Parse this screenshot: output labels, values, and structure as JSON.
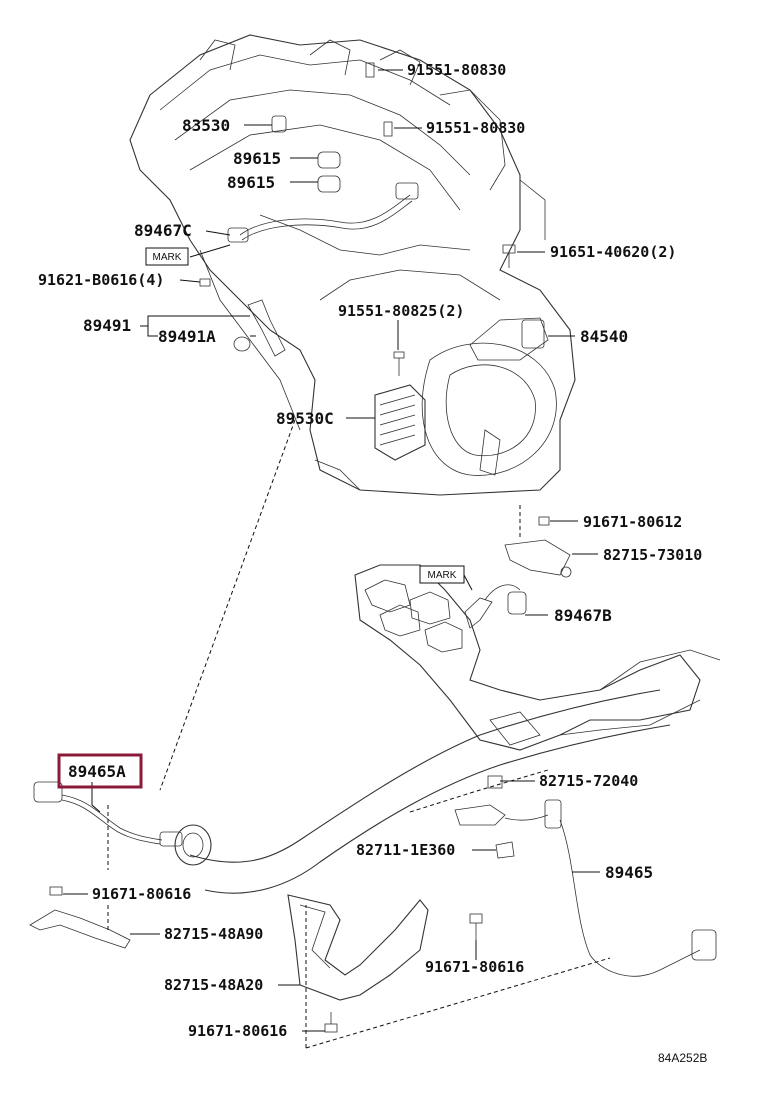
{
  "diagram": {
    "code": "84A252B",
    "highlighted_part": "89465A",
    "mark_label": "MARK",
    "parts": {
      "p_91551_80830_a": "91551-80830",
      "p_91551_80830_b": "91551-80830",
      "p_83530": "83530",
      "p_89615_a": "89615",
      "p_89615_b": "89615",
      "p_89467C": "89467C",
      "p_91651_40620": "91651-40620(2)",
      "p_91621_B0616": "91621-B0616(4)",
      "p_91551_80825": "91551-80825(2)",
      "p_89491": "89491",
      "p_89491A": "89491A",
      "p_84540": "84540",
      "p_89530C": "89530C",
      "p_91671_80612": "91671-80612",
      "p_82715_73010": "82715-73010",
      "p_89467B": "89467B",
      "p_89465A": "89465A",
      "p_82715_72040": "82715-72040",
      "p_82711_1E360": "82711-1E360",
      "p_89465": "89465",
      "p_91671_80616_a": "91671-80616",
      "p_82715_48A90": "82715-48A90",
      "p_91671_80616_b": "91671-80616",
      "p_82715_48A20": "82715-48A20",
      "p_91671_80616_c": "91671-80616"
    }
  }
}
